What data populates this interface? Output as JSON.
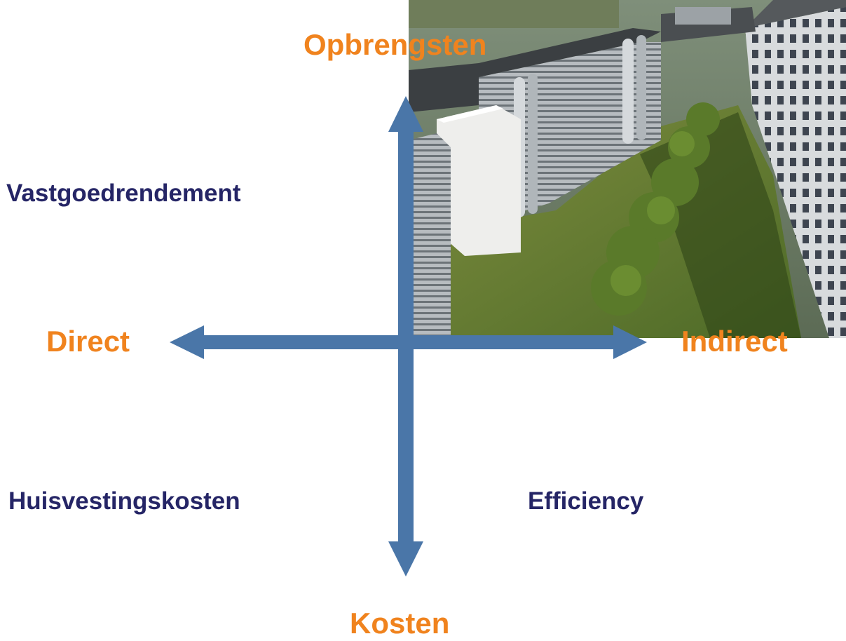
{
  "axes": {
    "top": "Opbrengsten",
    "bottom": "Kosten",
    "left": "Direct",
    "right": "Indirect",
    "color": "#f0831e",
    "arrow_color": "#4a76a8"
  },
  "quadrants": {
    "top_left": "Vastgoedrendement",
    "bottom_left": "Huisvestingskosten",
    "bottom_right": "Efficiency",
    "color": "#252566"
  },
  "image": {
    "subject": "aerial photo of office buildings with green courtyard"
  }
}
